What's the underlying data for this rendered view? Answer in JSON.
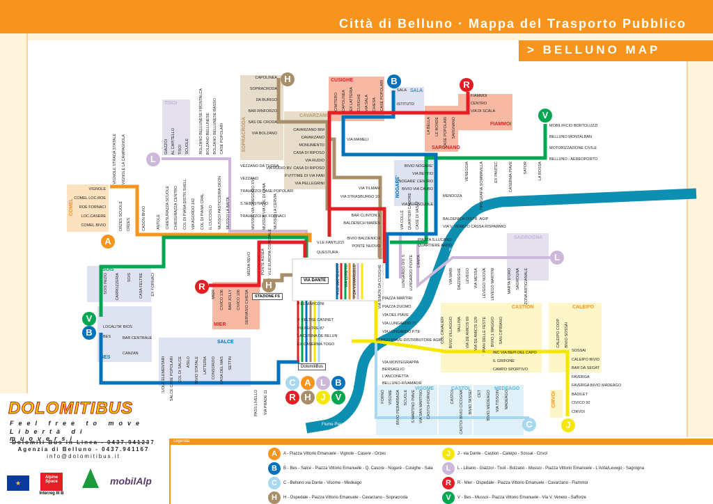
{
  "header": {
    "title": "Città di Belluno · Mappa del Trasporto Pubblico",
    "subtitle": "> BELLUNO MAP"
  },
  "colors": {
    "A": "#f7941d",
    "B": "#0072bc",
    "C": "#a7d8f0",
    "H": "#a88f6a",
    "J": "#f5e700",
    "L": "#cdb8dc",
    "R": "#e31e24",
    "V": "#00a650",
    "river": "#0c8fb0",
    "orange": "#f7941d"
  },
  "badges": [
    "A",
    "B",
    "C",
    "H",
    "J",
    "L",
    "R",
    "V"
  ],
  "zones": {
    "sopracroda": "SOPRACRODA",
    "cavarzano": "CAVARZANO",
    "cusighe": "CUSIGHE",
    "sala": "SALA",
    "fiammoi": "FIAMMOI",
    "sargnano": "SARGNANO",
    "nogare": "NOGARE'",
    "comel": "COMEL",
    "sois": "SOIS",
    "bes": "BES",
    "salce": "SALCE",
    "mier": "MIER",
    "tisoi": "TISOI",
    "sagrogna": "SAGROGNA",
    "castion": "CASTION",
    "caleipo": "CALEIPO",
    "cirvoi": "CIRVOI",
    "visome": "VISOME",
    "castoi": "CASTOI",
    "medeago": "MEDEAGO"
  },
  "river_label": "Fiume Piave",
  "boxes": {
    "via_dante": "VIA DANTE",
    "stazione": "STAZIONE FS",
    "dolomitibus": "DolomitiBus"
  },
  "stations": {
    "sopracroda": [
      "CAPOLINEA",
      "SOPRACRODA",
      "DA BURIGO",
      "BAR RINFORZO",
      "SAS DE CRODA",
      "VIA BOLZANO"
    ],
    "cavarzano": [
      "CAVARZANO BIM",
      "CAVARZANO",
      "MONUMENTO",
      "CASA DI RIPOSO",
      "VIA RUDIO",
      "VIA RUDIO BV. CASA DI RIPOSO",
      "P.VITTIME DI VIA FANI",
      "VIA PELLEGRINI"
    ],
    "cusighe": [
      "CIMITERO",
      "CAPOLINEA",
      "EX LATTERIA",
      "CUSIGHE",
      "VIA SALA",
      "CHIESA",
      "CASE POPOLARI"
    ],
    "sala": [
      "SALA",
      "ISTITUTO"
    ],
    "fiammoi": [
      "FIAMMOI",
      "CENTRO",
      "VIA DI SCALA"
    ],
    "sargnano": [
      "LA BELLA",
      "LE BONDE",
      "CASE POPOLARI",
      "SARGNANO"
    ],
    "mameli": [
      "VIA MAMELI"
    ],
    "nogare": [
      "BIVIO NOGARE'",
      "VIA BETTIO",
      "NOGARE' CENTRO",
      "BIVIO VIA CALBO",
      "",
      "VIA PER SCUOLE"
    ],
    "tilman": [
      "VIA TILMAN",
      "VIA STRASBURGO 10"
    ],
    "baldenich": [
      "BAR CLINTON 1",
      "BALDENICH MARES",
      "",
      "BIVIO BALDENICH",
      "PONTE NUOVO"
    ],
    "veneto": [
      "MENDOZA",
      "",
      "",
      "BALDENICH DISTR. AGIP",
      "VIA V. VENETO CASSA RISPARMIO"
    ],
    "vtop": [
      "VENEGGIA",
      "TIPOGRAFIA SOMMAVILLA",
      "EX PANTEC",
      "CASERMA PIAVE",
      "SATOR",
      "LA ROSSA"
    ],
    "aeroporto": [
      "MOBILIFICIO BORTOLUZZI",
      "BELLUNO MONTALBAN",
      "MOTORIZZAZIONE CIVILE",
      "BELLUNO - AEREOPORTO"
    ],
    "vezzano": [
      "VEZZANO DA TUGNA",
      "VEZZANO",
      "TRAVAZZOI CASE POPOLARI",
      "S.SEBASTIANO",
      "TRAVAZZOI EX FORNACI"
    ],
    "tisoi": [
      "GIAZZOI",
      "AL CAPITELLO",
      "TISOI",
      "SCUOLE",
      "",
      "BOLZANO BELLUNESE FRONTALCA",
      "BOLZANO BELLUNESE",
      "BOLZANO BELLUNESE BASSO",
      "CASE POPOLARI"
    ],
    "comel": [
      "VIGNOLE",
      "COMEL LOC.ROE",
      "ROE FORNACI",
      "LOC.CASERE",
      "COMEL BIVIO"
    ],
    "vignole": [
      "VIGNOLE STRADA STATALE",
      "VIGNOLE LA CAMPAGNOLA"
    ],
    "orzes": [
      "ORZES SCUOLE",
      "ORZES",
      "",
      "CASON BIVIO"
    ],
    "antole": [
      "ANTOLE",
      "CHIESURAZZA SCUOLE",
      "CHIESURAZZA CENTRO",
      "COL DI PIANA DISTR.SHELL",
      "VIA AGORDO 142",
      "COL DI PIANA CRAL",
      "IL CUCCIOLO",
      "MUSSOI PASTICCERIA DEON",
      "MUSSOI LA BAITA"
    ],
    "mussoi": [
      "MUSSOI VIA GREGORIO XVI",
      "MUSSOI VIA COL DI LANA",
      "MUSSOI LA CERVIA"
    ],
    "sois": [
      "SOIS INIZIO",
      "CARROZZERIA",
      "SOIS",
      "CASA FELTRE",
      "EX FORNACI"
    ],
    "bes": [
      "LOCALITA' BIOS",
      "BES"
    ],
    "canzan": [
      "BAR CENTRALE",
      "",
      "CANZAN"
    ],
    "salce": [
      "CANDIDE SCUOLE ELEMENTARI",
      "SALCE CASE POPOLARI",
      "COL DI SALCE",
      "ASILO",
      "BIVIO STATALE",
      "LATTERIA",
      "CONSORZIO",
      "CASA DEL MAS",
      "SETTIN"
    ],
    "prade": [
      "PASS.LIVELLO",
      "VIA PRADE 11"
    ],
    "mier": [
      "MIER",
      "CIVICO 136",
      "BAR JOLLY",
      "CIVICO 106",
      "GERVASIO CHIESA"
    ],
    "ospedale": [
      "MEDIA NEVO",
      "",
      "PONTE ASSEA",
      "V.LE EUROPA OSPEDALE"
    ],
    "fantuzzi": [
      "V.LE FANTUZZI",
      "QUESTURA"
    ],
    "dante": [
      "P.LE MARCONI",
      "",
      "V. FELTRE CASINET",
      "VIA FELTRE 87",
      "LA CUSINA DE BELUN",
      "EX CASERMA TOGO"
    ],
    "centro": [
      "V.LE MATTEOTTI",
      "VIA LORETO",
      "P.ZA V.EMANUELE",
      "",
      "",
      "VIA SIMON DA CUSIGHE"
    ],
    "martiri": [
      "PIAZZA MARTIRI",
      "PIAZZA DUOMO",
      "VIA DEL PIAVE",
      "VIA LUNGARDO 77",
      "VIA LUNGARDO P.TE"
    ],
    "borgo": [
      "BORGO PIAVE-DISTRIBUTORE AGIP"
    ],
    "lungardo": [
      "LUNGARDO DIV. 5",
      "LUNGARDO PONTE",
      "L'ANTA"
    ],
    "lucano": [
      "PIAZZA S.LUCANO",
      "QUARTIERE ARDO"
    ],
    "colle": [
      "VIA COLLE",
      "QUARTIER CADORE",
      "CASE DI VASAT"
    ],
    "levego": [
      "VIA MARI",
      "DAZZIEGHE",
      "LEVEGO",
      "VIA MESSA",
      "LEVEGO NUOVA",
      "LEVEGO MARTINI",
      "",
      "MARTA D'ORO",
      "SAGROGNA",
      "ZONA ARTIGIANALE"
    ],
    "castion": [
      "COL CAVALIER",
      "BIVIO VILLAGGIO",
      "VALLINA",
      "VIA DE AMICIS 69",
      "VIA DE AMICIS 129",
      "PIAN DELLE FESTE",
      "BIVIO 1 MAGGIO",
      "SAN CIPRIANO"
    ],
    "grifone": [
      "INC VIA BEPI DEL CAPO",
      "IL GRIFONE",
      "CAMPO SPORTIVO"
    ],
    "caleipo": [
      "CALEIPO COOP",
      "BIVIO SOSSAI"
    ],
    "sossai": [
      "SOSSAI",
      "CALEIPO BIVIO",
      "BAR DA SEGAT",
      "FAVERGA",
      "FAVERGA BIVIO MADEAGO",
      "BADILET",
      "CIVICO 92",
      "CIRVOI"
    ],
    "montegrappa": [
      "VIA MONTEGRAPPA",
      "BERSAGLIO",
      "L'ANCONETTA",
      "BELLUNO-RIVAMAOR"
    ],
    "visome": [
      "FORNO",
      "VISOME",
      "BIVIO PERABRADA",
      "SCUOLE",
      "S.MARTINO PIAVE",
      "VIA SAN MARTINO",
      "CASTOI-FORNO"
    ],
    "castoi": [
      "CASTOI",
      "CASTOI BIVIO CICOGNA",
      "BIVIO TASSEI",
      "CET",
      "BIVIO MEDEAGO",
      "VIA TISSOIN",
      "MADEAGO"
    ]
  },
  "company": {
    "logo": "DOLOMITIBUS",
    "slogan1": "Feel free to move",
    "slogan2": "Libertà di muoversi",
    "line1": "Dolomiti Bus in Linea - 0437.941237",
    "line2": "Agenzia di Belluno - 0437.941167",
    "email": "info@dolomitibus.it"
  },
  "sponsors": [
    "Interreg III B",
    "Alpine Space",
    "mobilAlp"
  ],
  "legend": {
    "title": "Legenda",
    "items": [
      {
        "letter": "A",
        "text": "A - Piazza Vittorio Emanuele - Vignole - Casere - Orzes"
      },
      {
        "letter": "B",
        "text": "B - Bes - Salce - Piazza Vittorio Emanuele - Q. Casore - Nogaré - Cusighe - Sala"
      },
      {
        "letter": "C",
        "text": "C - Belluno via Dante - Visome - Medeago"
      },
      {
        "letter": "H",
        "text": "H - Ospedale - Piazza Vittorio Emanuele - Cavarzano - Sopracroda"
      },
      {
        "letter": "J",
        "text": "J - via Dante - Castion - Caleipo - Sossai - Cirvoi"
      },
      {
        "letter": "L",
        "text": "L - Libano - Giazzoi - Tisoi - Bolzano - Mussoi - Piazza Vittorio Emanuele - L'Anta/Levego - Sagrogna"
      },
      {
        "letter": "R",
        "text": "R - Mier - Ospedale - Piazza Vittorio Emanuele - Cavarzano - Fiammoi"
      },
      {
        "letter": "V",
        "text": "V - Bes - Mussoi - Piazza Vittorio Emanuele - Via V. Veneto - Safforze"
      }
    ]
  }
}
